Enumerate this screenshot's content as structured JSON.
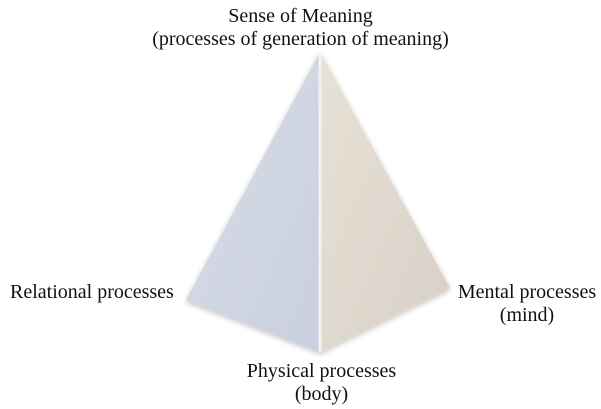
{
  "pyramid": {
    "apex_label": {
      "line1": "Sense of Meaning",
      "line2": "(processes of generation of meaning)"
    },
    "left_label": {
      "line1": "Relational processes"
    },
    "right_label": {
      "line1": "Mental processes",
      "line2": "(mind)"
    },
    "bottom_label": {
      "line1": "Physical processes",
      "line2": "(body)"
    },
    "colors": {
      "left_face_top": "#d9dde6",
      "left_face_bottom": "#c9cfe0",
      "right_face_top": "#e7e1d6",
      "right_face_bottom": "#d8d0c6",
      "edge_highlight": "#f4f2ee"
    }
  }
}
